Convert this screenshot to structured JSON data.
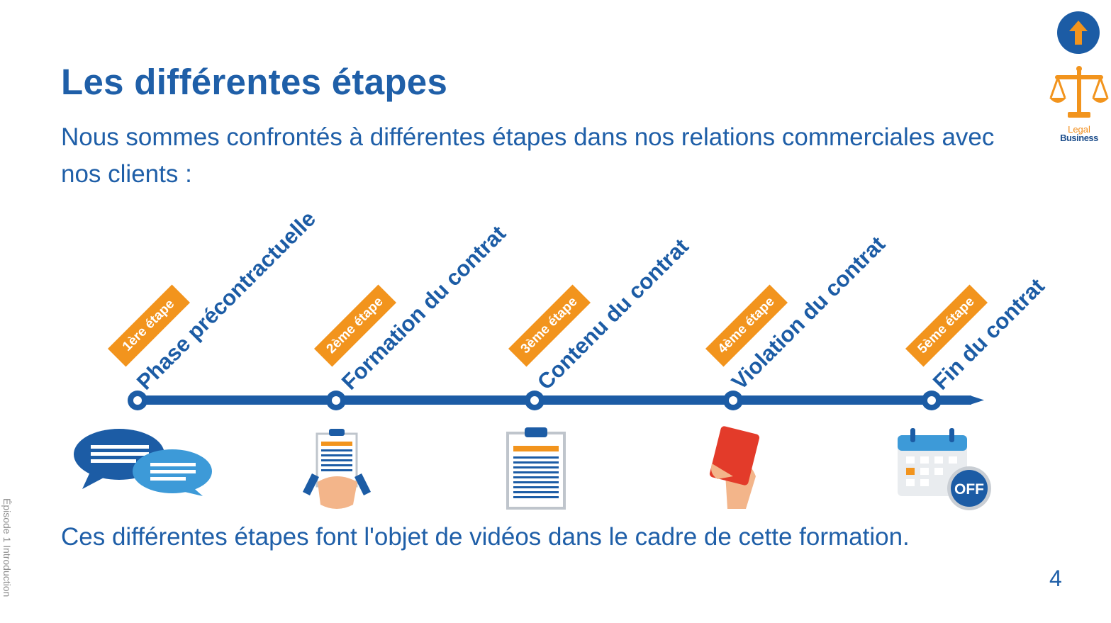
{
  "header": {
    "title": "Les différentes étapes",
    "intro": "Nous sommes confrontés à différentes étapes dans nos relations commerciales avec nos clients :"
  },
  "steps": [
    {
      "badge": "1ère étape",
      "title": "Phase précontractuelle",
      "icon": "speech-bubbles-icon"
    },
    {
      "badge": "2ème étape",
      "title": "Formation du contrat",
      "icon": "contract-handshake-icon"
    },
    {
      "badge": "3ème étape",
      "title": "Contenu du contrat",
      "icon": "clipboard-document-icon"
    },
    {
      "badge": "4ème étape",
      "title": "Violation du contrat",
      "icon": "red-card-icon"
    },
    {
      "badge": "5ème étape",
      "title": "Fin du contrat",
      "icon": "calendar-off-icon"
    }
  ],
  "calendar_badge": "OFF",
  "logo": {
    "line1": "Legal",
    "line2": "Business",
    "icon": "scales-of-justice-icon"
  },
  "nav": {
    "icon": "arrow-up-icon"
  },
  "footer": {
    "text": "Ces différentes étapes font l'objet de vidéos dans le cadre de cette formation.",
    "side_label": "Épisode 1 Introduction",
    "page_number": "4"
  },
  "colors": {
    "primary_blue": "#1c5ca5",
    "accent_orange": "#f2941d",
    "light_blue": "#3d9ad8",
    "red": "#e33b2a"
  }
}
